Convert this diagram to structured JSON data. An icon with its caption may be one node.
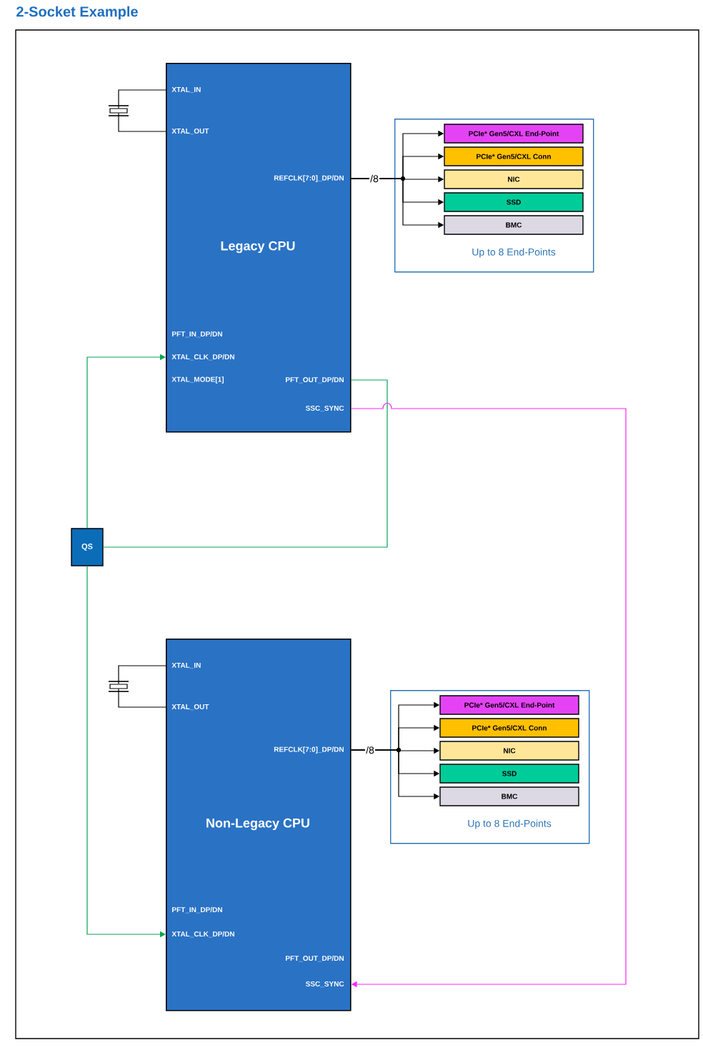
{
  "diagram": {
    "title": "2-Socket Example",
    "nodes": [
      {
        "text": [
          "XTAL_IN",
          "XTAL_OUT",
          "REFCLK[7:0]_DP/DN",
          "Legacy CPU",
          "PFT_IN_DP/DN",
          "XTAL_CLK_DP/DN",
          "XTAL_MODE[1]",
          "PFT_OUT_DP/DN",
          "SSC_SYNC"
        ]
      },
      {
        "text": [],
        "shape": "crystal"
      },
      {
        "text": [
          "Up to 8 End-Points"
        ]
      },
      {
        "text": [
          "PCIe* Gen5/CXL End-Point"
        ],
        "in": 2
      },
      {
        "text": [
          "PCIe* Gen5/CXL Conn"
        ],
        "in": 2
      },
      {
        "text": [
          "NIC"
        ],
        "in": 2
      },
      {
        "text": [
          "SSD"
        ],
        "in": 2
      },
      {
        "text": [
          "BMC"
        ],
        "in": 2
      },
      {
        "text": [
          "QS"
        ]
      },
      {
        "text": [
          "XTAL_IN",
          "XTAL_OUT",
          "REFCLK[7:0]_DP/DN",
          "Non-Legacy CPU",
          "PFT_IN_DP/DN",
          "XTAL_CLK_DP/DN",
          "PFT_OUT_DP/DN",
          "SSC_SYNC"
        ]
      },
      {
        "text": [],
        "shape": "crystal"
      },
      {
        "text": [
          "Up to 8 End-Points"
        ]
      },
      {
        "text": [
          "PCIe* Gen5/CXL End-Point"
        ],
        "in": 11
      },
      {
        "text": [
          "PCIe* Gen5/CXL Conn"
        ],
        "in": 11
      },
      {
        "text": [
          "NIC"
        ],
        "in": 11
      },
      {
        "text": [
          "SSD"
        ],
        "in": 11
      },
      {
        "text": [
          "BMC"
        ],
        "in": 11
      }
    ],
    "edges": [
      {
        "from": 1,
        "to": 0,
        "arrow": "none"
      },
      {
        "from": 1,
        "to": 0,
        "arrow": "none"
      },
      {
        "from": 0,
        "to": 3,
        "arrow": "to",
        "label": "/8"
      },
      {
        "from": 0,
        "to": 4,
        "arrow": "to"
      },
      {
        "from": 0,
        "to": 5,
        "arrow": "to"
      },
      {
        "from": 0,
        "to": 6,
        "arrow": "to"
      },
      {
        "from": 0,
        "to": 7,
        "arrow": "to"
      },
      {
        "from": 8,
        "to": 0,
        "arrow": "to",
        "color": "#00a650"
      },
      {
        "from": 0,
        "to": 8,
        "arrow": "none",
        "color": "#00a650"
      },
      {
        "from": 0,
        "to": 9,
        "arrow": "to",
        "color": "#ff22ff"
      },
      {
        "from": 10,
        "to": 9,
        "arrow": "none"
      },
      {
        "from": 10,
        "to": 9,
        "arrow": "none"
      },
      {
        "from": 9,
        "to": 12,
        "arrow": "to",
        "label": "/8"
      },
      {
        "from": 9,
        "to": 13,
        "arrow": "to"
      },
      {
        "from": 9,
        "to": 14,
        "arrow": "to"
      },
      {
        "from": 9,
        "to": 15,
        "arrow": "to"
      },
      {
        "from": 9,
        "to": 16,
        "arrow": "to"
      },
      {
        "from": 8,
        "to": 9,
        "arrow": "to",
        "color": "#00a650"
      }
    ]
  }
}
